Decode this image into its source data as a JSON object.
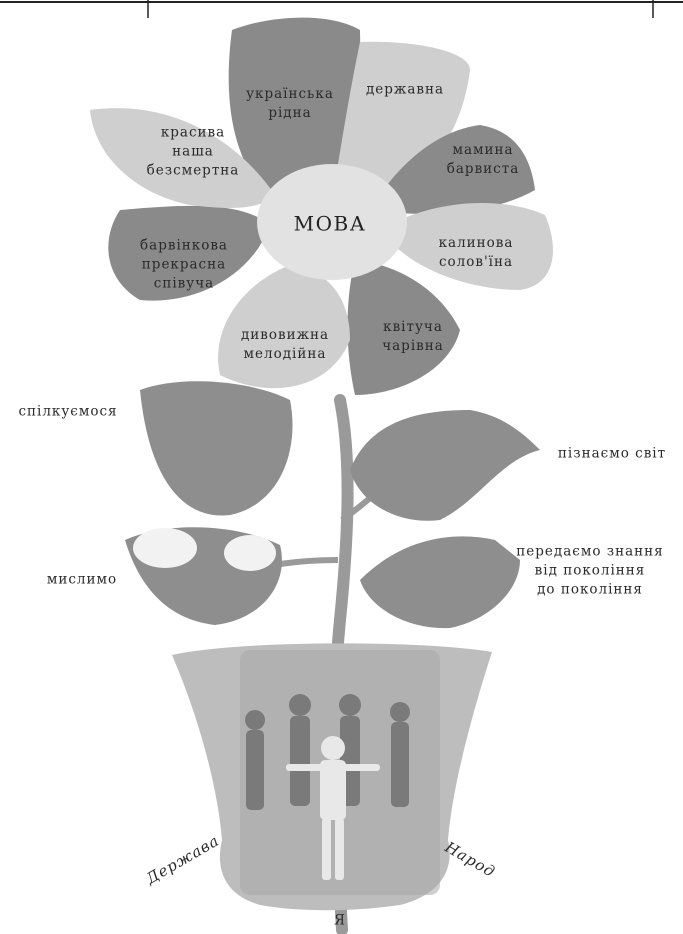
{
  "center_label": "МОВА",
  "petals": [
    {
      "id": "ukrainian",
      "lines": [
        "українська",
        "рідна"
      ]
    },
    {
      "id": "state",
      "lines": [
        "державна"
      ]
    },
    {
      "id": "mother",
      "lines": [
        "мамина",
        "барвиста"
      ]
    },
    {
      "id": "guelder",
      "lines": [
        "калинова",
        "солов'їна"
      ]
    },
    {
      "id": "blooming",
      "lines": [
        "квітуча",
        "чарівна"
      ]
    },
    {
      "id": "wonderful",
      "lines": [
        "дивовижна",
        "мелодійна"
      ]
    },
    {
      "id": "periwinkle",
      "lines": [
        "барвінкова",
        "прекрасна",
        "співуча"
      ]
    },
    {
      "id": "beautiful",
      "lines": [
        "красива",
        "наша",
        "безсмертна"
      ]
    }
  ],
  "leaves": [
    {
      "id": "communicate",
      "lines": [
        "спілкуємося"
      ]
    },
    {
      "id": "know-world",
      "lines": [
        "пізнаємо світ"
      ]
    },
    {
      "id": "think",
      "lines": [
        "мислимо"
      ]
    },
    {
      "id": "pass-knowledge",
      "lines": [
        "передаємо знання",
        "від покоління",
        "до покоління"
      ]
    }
  ],
  "pot": {
    "left_label": "Держава",
    "right_label": "Народ",
    "bottom_label": "Я"
  },
  "colors": {
    "petal_dark": "#8a8a8a",
    "petal_mid": "#b0b0b0",
    "petal_light": "#cfcfcf",
    "center": "#e2e2e2",
    "stem": "#9a9a9a",
    "leaf": "#8e8e8e",
    "pot": "#bdbdbd"
  }
}
